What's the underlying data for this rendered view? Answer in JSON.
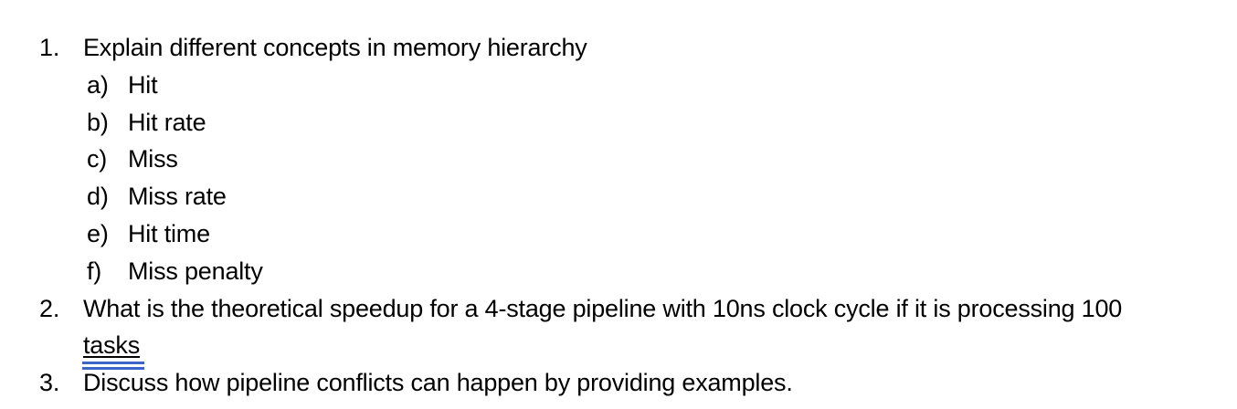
{
  "page": {
    "background_color": "#FFFFFF",
    "text_color": "#000000",
    "grammar_underline_color": "#3A64C8"
  },
  "document": {
    "items": [
      {
        "number": "1.",
        "text": "Explain different concepts in memory hierarchy",
        "subitems": [
          {
            "letter": "a)",
            "text": "Hit"
          },
          {
            "letter": "b)",
            "text": "Hit rate"
          },
          {
            "letter": "c)",
            "text": "Miss"
          },
          {
            "letter": "d)",
            "text": "Miss rate"
          },
          {
            "letter": "e)",
            "text": "Hit time"
          },
          {
            "letter": "f)",
            "text": "Miss penalty"
          }
        ]
      },
      {
        "number": "2.",
        "text_line_1": "What is the theoretical speedup for a 4-stage pipeline with 10ns clock cycle if it is processing 100",
        "text_line_2": "tasks",
        "grammar_flagged_word": "tasks"
      },
      {
        "number": "3.",
        "text": "Discuss how pipeline conflicts can happen by providing examples."
      }
    ]
  }
}
